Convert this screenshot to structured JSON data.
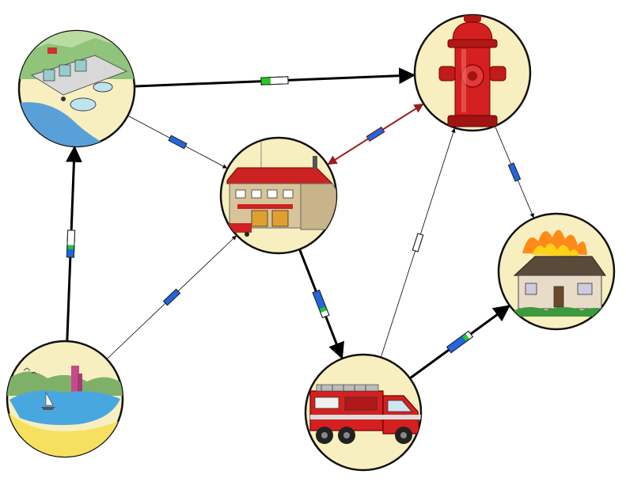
{
  "diagram": {
    "nodes": [
      {
        "id": "water-treatment",
        "icon": "water-treatment-plant-icon"
      },
      {
        "id": "fire-hydrant",
        "icon": "fire-hydrant-icon"
      },
      {
        "id": "fire-station",
        "icon": "fire-station-icon"
      },
      {
        "id": "burning-house",
        "icon": "burning-house-icon"
      },
      {
        "id": "lake",
        "icon": "lake-icon"
      },
      {
        "id": "fire-truck",
        "icon": "fire-truck-icon"
      }
    ],
    "edges": [
      {
        "id": "water-to-hydrant",
        "from": "water-treatment",
        "to": "fire-hydrant",
        "weight": "thick",
        "direction": "forward",
        "fill": 0.35,
        "fill_color": "#22cc22",
        "color": "#000000"
      },
      {
        "id": "water-to-station",
        "from": "water-treatment",
        "to": "fire-station",
        "weight": "thin",
        "direction": "forward",
        "fill": 1.0,
        "fill_color": "#2266dd",
        "color": "#000000"
      },
      {
        "id": "hydrant-station",
        "from": "fire-hydrant",
        "to": "fire-station",
        "weight": "medium",
        "direction": "both",
        "fill": 1.0,
        "fill_color": "#2266dd",
        "color": "#9b1c1c"
      },
      {
        "id": "hydrant-to-house",
        "from": "fire-hydrant",
        "to": "burning-house",
        "weight": "thin",
        "direction": "forward",
        "fill": 1.0,
        "fill_color": "#2266dd",
        "color": "#000000"
      },
      {
        "id": "lake-to-water",
        "from": "lake",
        "to": "water-treatment",
        "weight": "thick",
        "direction": "forward",
        "fill": 0.45,
        "fill_color": "#2266dd",
        "accent": "#22cc22",
        "color": "#000000"
      },
      {
        "id": "lake-to-station",
        "from": "lake",
        "to": "fire-station",
        "weight": "thin",
        "direction": "forward",
        "fill": 1.0,
        "fill_color": "#2266dd",
        "color": "#000000"
      },
      {
        "id": "station-to-truck",
        "from": "fire-station",
        "to": "fire-truck",
        "weight": "thick",
        "direction": "forward",
        "fill": 0.8,
        "fill_color": "#2266dd",
        "accent": "#22cc22",
        "color": "#000000"
      },
      {
        "id": "truck-to-hydrant",
        "from": "fire-truck",
        "to": "fire-hydrant",
        "weight": "thin",
        "direction": "forward",
        "fill": 0.0,
        "fill_color": "#ffffff",
        "color": "#000000"
      },
      {
        "id": "truck-to-house",
        "from": "fire-truck",
        "to": "burning-house",
        "weight": "thick",
        "direction": "forward",
        "fill": 0.85,
        "fill_color": "#2266dd",
        "accent": "#22cc22",
        "color": "#000000"
      }
    ],
    "colors": {
      "node_fill": "#f7efbf",
      "node_stroke": "#111111"
    }
  }
}
